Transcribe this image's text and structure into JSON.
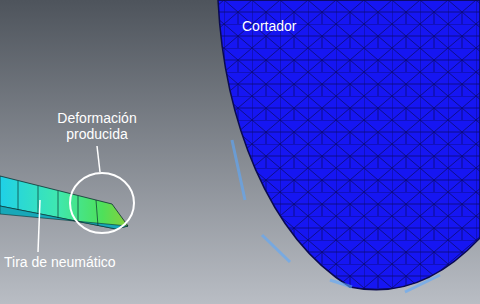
{
  "diagram": {
    "labels": [
      "Cortador",
      "Deformación producida",
      "Tira de neumático"
    ]
  }
}
